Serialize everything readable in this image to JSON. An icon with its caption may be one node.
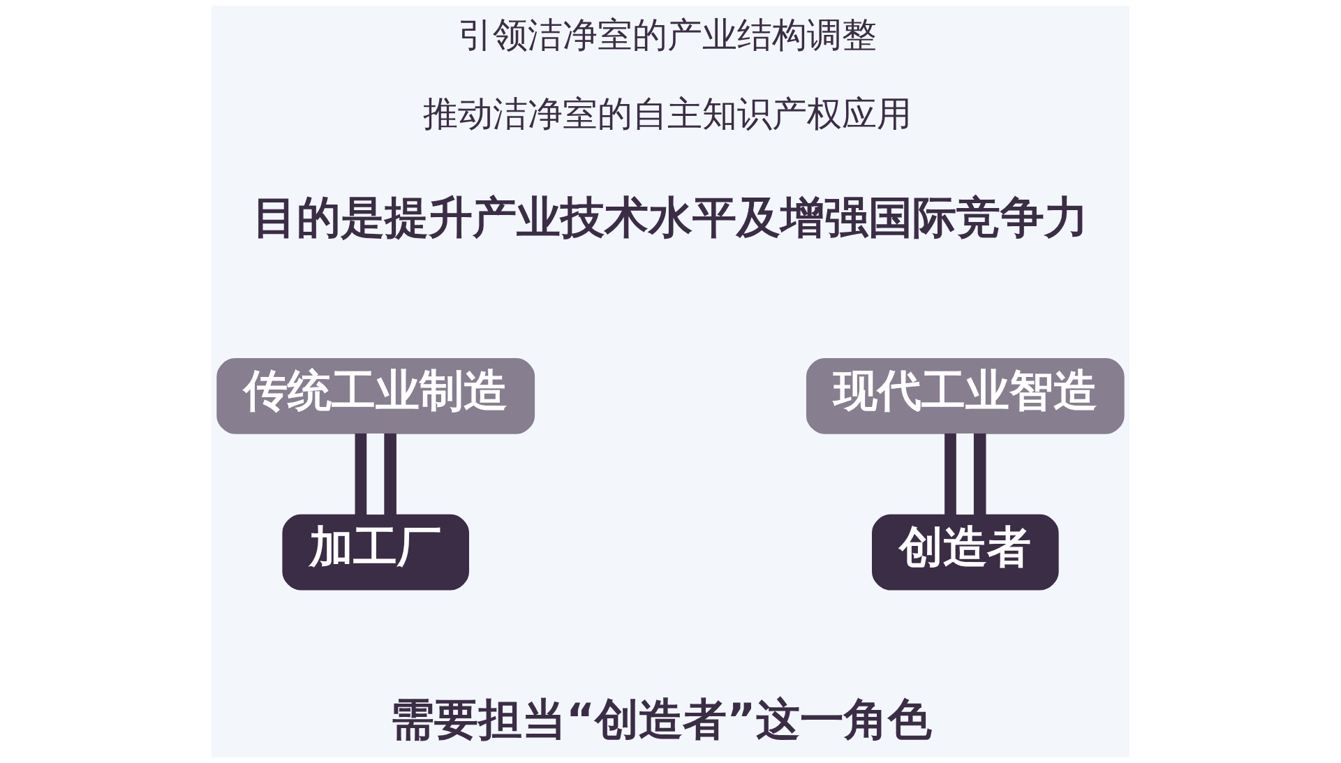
{
  "diagram": {
    "nodes": [
      {
        "text": [
          "传统工业制造"
        ]
      },
      {
        "text": [
          "现代工业智造"
        ]
      },
      {
        "text": [
          "加工厂"
        ]
      },
      {
        "text": [
          "创造者"
        ]
      }
    ],
    "edges": [
      {
        "from": 0,
        "to": 2,
        "arrow": "none"
      },
      {
        "from": 1,
        "to": 3,
        "arrow": "none"
      }
    ],
    "labels": [
      "引领洁净室的产业结构调整",
      "推动洁净室的自主知识产权应用",
      "目的是提升产业技术水平及增强国际竞争力",
      "需要担当“创造者”这一角色"
    ]
  }
}
